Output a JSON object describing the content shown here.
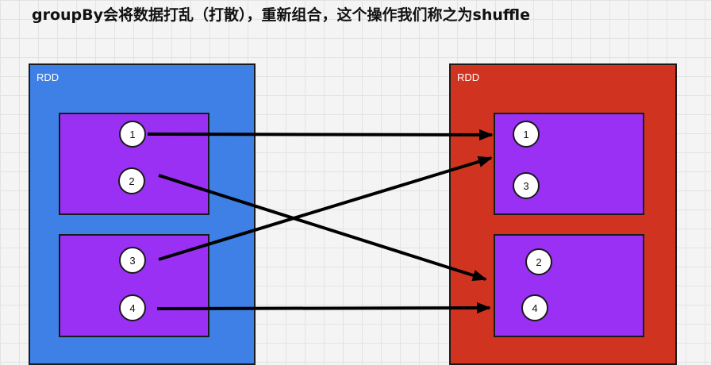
{
  "title": "groupBy会将数据打乱（打散），重新组合，这个操作我们称之为shuffle",
  "left_rdd": {
    "label": "RDD",
    "partitions": [
      {
        "items": [
          "1",
          "2"
        ]
      },
      {
        "items": [
          "3",
          "4"
        ]
      }
    ]
  },
  "right_rdd": {
    "label": "RDD",
    "partitions": [
      {
        "items": [
          "1",
          "3"
        ]
      },
      {
        "items": [
          "2",
          "4"
        ]
      }
    ]
  },
  "colors": {
    "left_rdd": "#3f80e6",
    "right_rdd": "#d03420",
    "partition": "#9b30f5",
    "node": "#ffffff",
    "arrow": "#000000"
  }
}
